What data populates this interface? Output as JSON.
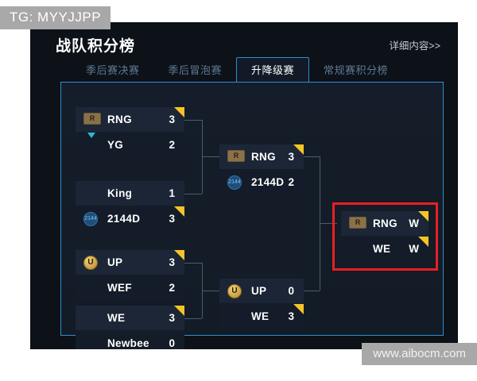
{
  "watermarks": {
    "telegram": "TG: MYYJJPP",
    "site": "www.aibocm.com"
  },
  "header": {
    "title": "战队积分榜",
    "detail_link": "详细内容>>"
  },
  "tabs": [
    {
      "label": "季后赛决赛",
      "active": false
    },
    {
      "label": "季后冒泡赛",
      "active": false
    },
    {
      "label": "升降级赛",
      "active": true
    },
    {
      "label": "常规赛积分榜",
      "active": false
    }
  ],
  "bracket": {
    "round1": [
      {
        "logo": "rng-logo",
        "name": "RNG",
        "score": "3",
        "winner": true
      },
      {
        "logo": "yg-logo",
        "name": "YG",
        "score": "2",
        "winner": false
      },
      {
        "logo": "king-logo",
        "name": "King",
        "score": "1",
        "winner": false
      },
      {
        "logo": "2144d-logo",
        "name": "2144D",
        "score": "3",
        "winner": true
      },
      {
        "logo": "up-logo",
        "name": "UP",
        "score": "3",
        "winner": true
      },
      {
        "logo": "wef-logo",
        "name": "WEF",
        "score": "2",
        "winner": false
      },
      {
        "logo": "we-logo",
        "name": "WE",
        "score": "3",
        "winner": true
      },
      {
        "logo": "newbee-logo",
        "name": "Newbee",
        "score": "0",
        "winner": false
      }
    ],
    "round2": [
      {
        "logo": "rng-logo",
        "name": "RNG",
        "score": "3",
        "winner": true
      },
      {
        "logo": "2144d-logo",
        "name": "2144D",
        "score": "2",
        "winner": false
      },
      {
        "logo": "up-logo",
        "name": "UP",
        "score": "0",
        "winner": false
      },
      {
        "logo": "we-logo",
        "name": "WE",
        "score": "3",
        "winner": true
      }
    ],
    "round3": [
      {
        "logo": "rng-logo",
        "name": "RNG",
        "score": "W",
        "winner": true
      },
      {
        "logo": "we-logo",
        "name": "WE",
        "score": "W",
        "winner": true
      }
    ]
  },
  "colors": {
    "accent_border": "#2d8fd0",
    "winner_flag": "#f5c426",
    "highlight_box": "#e81f24",
    "panel_bg": "#131b27"
  }
}
